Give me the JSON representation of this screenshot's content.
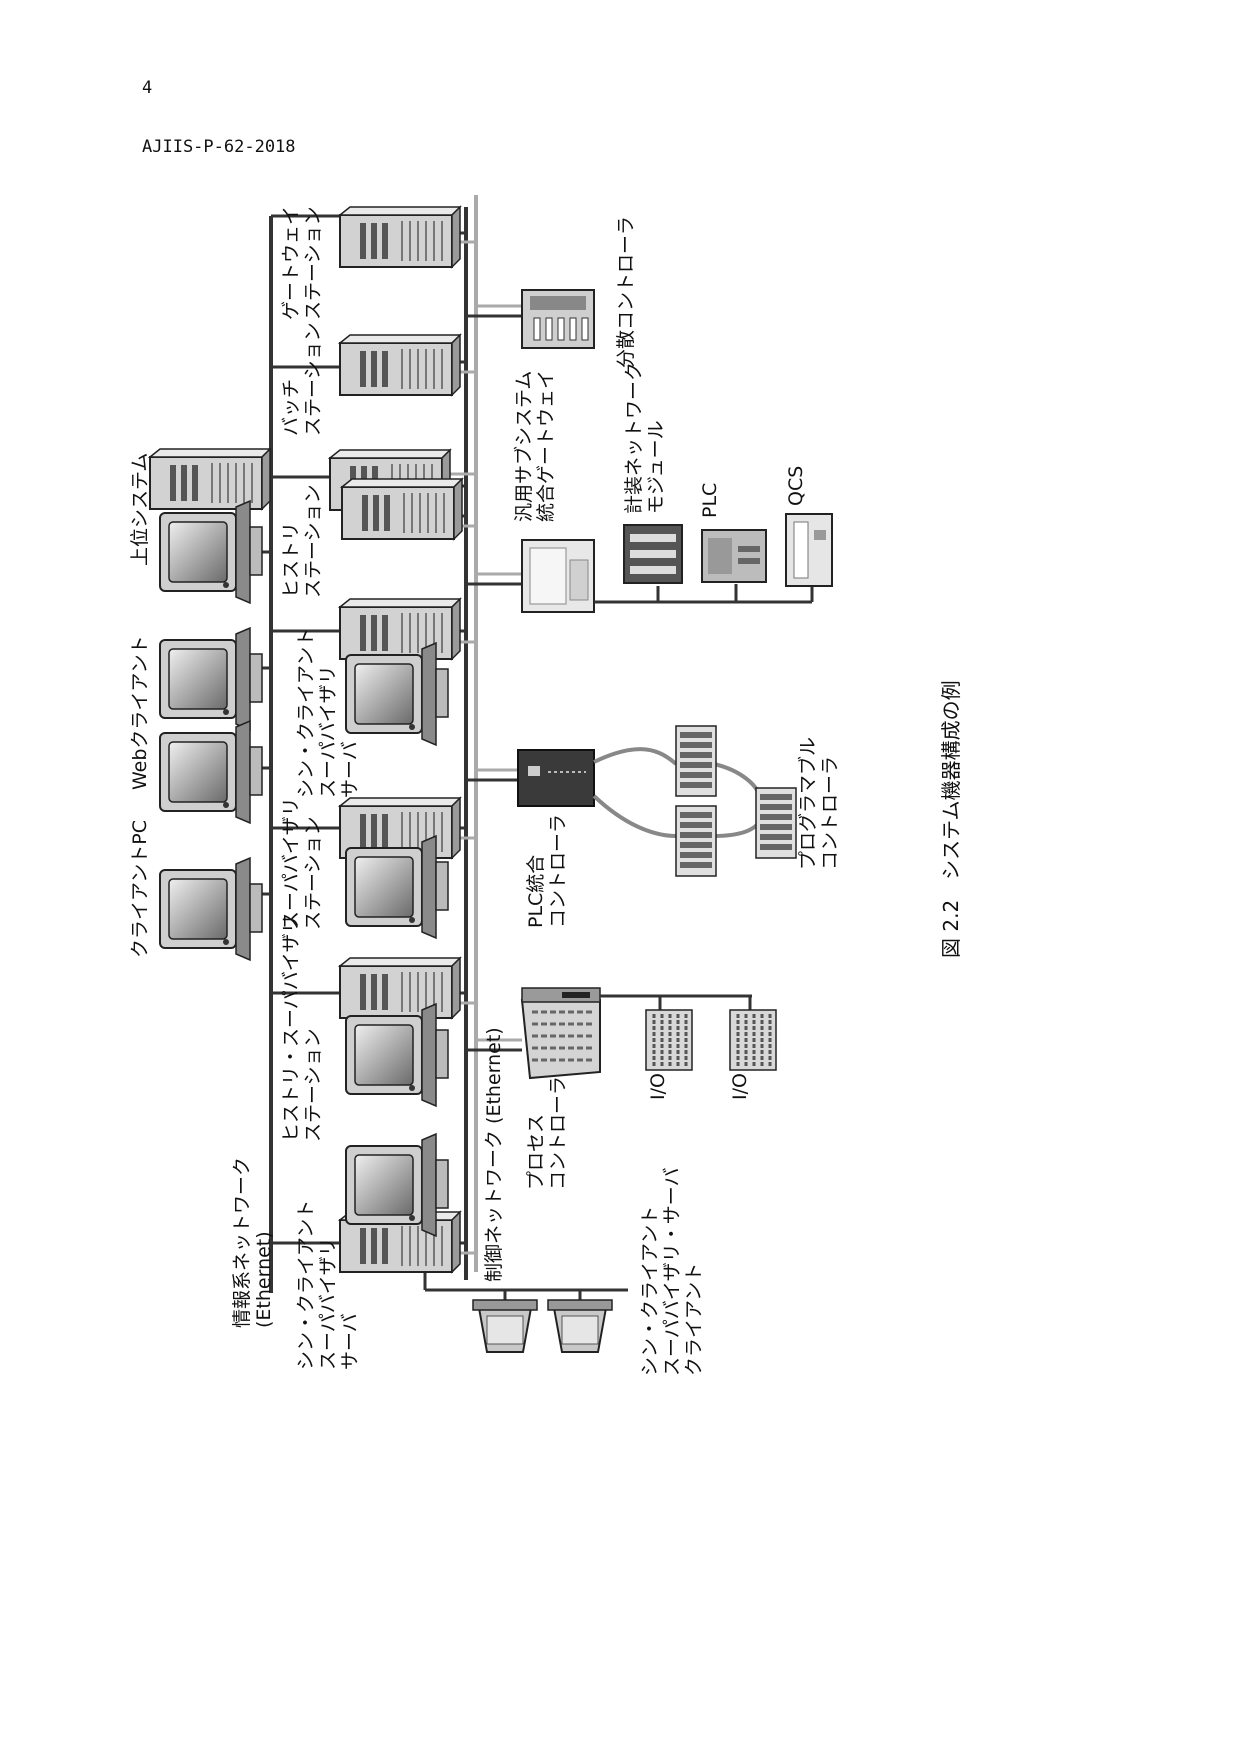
{
  "page": {
    "number": "4",
    "doc_id": "AJIIS-P-62-2018"
  },
  "caption": "図 2.2　システム機器構成の例",
  "networks": {
    "info": [
      "情報系ネットワーク",
      "(Ethernet)"
    ],
    "control": "制御ネットワーク (Ethernet)"
  },
  "labels": {
    "thin_server_1": [
      "シン・クライアント",
      "スーパバイザリ",
      "サーバ"
    ],
    "thin_server_2": [
      "シン・クライアント",
      "スーパバイザリ",
      "サーバ"
    ],
    "history_supervisory": [
      "ヒストリ・スーパバイザリ",
      "ステーション"
    ],
    "supervisory_station": [
      "スーパバイザリ",
      "ステーション"
    ],
    "history_station": [
      "ヒストリ",
      "ステーション"
    ],
    "batch_station": [
      "バッチ",
      "ステーション"
    ],
    "gateway_station": [
      "ゲートウェイ",
      "ステーション"
    ],
    "client_pc": "クライアントPC",
    "web_client": "Webクライアント",
    "upper_system": "上位システム",
    "thin_clients": [
      "シン・クライアント",
      "スーパバイザリ・サーバ",
      "クライアント"
    ],
    "process_controller": [
      "プロセス",
      "コントローラ"
    ],
    "io_1": "I/O",
    "io_2": "I/O",
    "plc_integrated": [
      "PLC統合",
      "コントローラ"
    ],
    "programmable": [
      "プログラマブル",
      "コントローラ"
    ],
    "general_gateway": [
      "汎用サブシステム",
      "統合ゲートウェイ"
    ],
    "instrument_module": [
      "計装ネットワーク",
      "モジュール"
    ],
    "plc": "PLC",
    "qcs": "QCS",
    "dcs": "分散コントローラ"
  }
}
